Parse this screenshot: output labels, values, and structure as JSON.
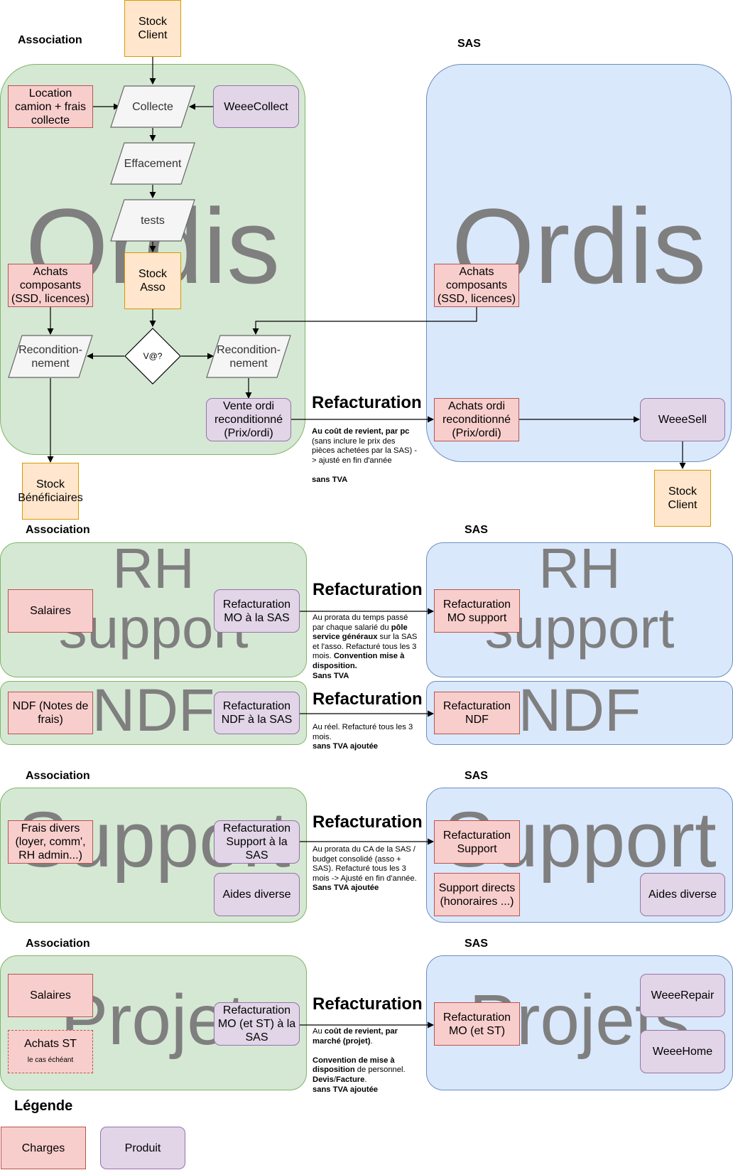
{
  "headers": {
    "association": "Association",
    "sas": "SAS",
    "legend_title": "Légende"
  },
  "watermarks": {
    "ordis": "Ordis",
    "rh_line1": "RH",
    "rh_line2": "support",
    "ndf": "NDF",
    "support": "Support",
    "projet": "Projet",
    "projets": "Projets"
  },
  "refacturation": "Refacturation",
  "ordis_section": {
    "stock_client_top": "Stock Client",
    "location_camion": "Location camion + frais collecte",
    "collecte": "Collecte",
    "weeecollect": "WeeeCollect",
    "effacement": "Effacement",
    "tests": "tests",
    "achats_asso": "Achats composants (SSD, licences)",
    "stock_asso": "Stock Asso",
    "decision": "V@?",
    "recond_left": "Recondition-nement",
    "recond_right": "Recondition-nement",
    "vente_ordi": "Vente ordi reconditionné (Prix/ordi)",
    "stock_beneficiaires": "Stock Bénéficiaires",
    "achats_sas": "Achats composants (SSD, licences)",
    "achats_ordi_sas": "Achats ordi reconditionné (Prix/ordi)",
    "weeesell": "WeeeSell",
    "stock_client_sas": "Stock Client",
    "note": {
      "p1_bold": "Au coût de revient, par pc",
      "p1_rest": "(sans inclure le prix des pièces achetées par la SAS) -> ajusté en fin d'année",
      "p2_bold": "sans TVA"
    }
  },
  "rh_section": {
    "salaires": "Salaires",
    "refac_mo_asso": "Refacturation MO à la SAS",
    "refac_mo_sas": "Refacturation MO support",
    "note": {
      "t1": "Au prorata du temps passé par chaque salarié du ",
      "b1": "pôle service généraux",
      "t2": " sur la SAS et l'asso. Refacturé tous les 3 mois. ",
      "b2": "Convention mise à disposition.",
      "b3": "Sans TVA"
    }
  },
  "ndf_section": {
    "ndf_asso": "NDF (Notes de frais)",
    "refac_ndf_asso": "Refacturation NDF à la SAS",
    "refac_ndf_sas": "Refacturation NDF",
    "note": {
      "t1": "Au réel. Refacturé tous les 3 mois.",
      "b1": "sans TVA ajoutée"
    }
  },
  "support_section": {
    "frais_divers": "Frais divers (loyer, comm', RH admin...)",
    "refac_support_asso": "Refacturation Support à la SAS",
    "aides_asso": "Aides diverse",
    "refac_support_sas": "Refacturation Support",
    "support_directs": "Support directs (honoraires ...)",
    "aides_sas": "Aides diverse",
    "note": {
      "t1": "Au prorata du CA de la SAS / budget consolidé (asso + SAS). Refacturé tous les 3 mois -> Ajusté en fin d'année.",
      "b1": "Sans TVA ajoutée"
    }
  },
  "projet_section": {
    "salaires": "Salaires",
    "achats_st": "Achats ST",
    "achats_st_sub": "le cas échéant",
    "refac_mo_st_asso": "Refacturation MO (et ST) à la SAS",
    "refac_mo_st_sas": "Refacturation MO (et ST)",
    "weeerepair": "WeeeRepair",
    "weeehome": "WeeeHome",
    "note": {
      "t1": "Au ",
      "b1": "coût de revient, par marché (projet)",
      "t2": ".",
      "b2": "Convention de mise à disposition",
      "t3": " de personnel.",
      "b3": "Devis",
      "t4": "/",
      "b4": "Facture",
      "t5": ".",
      "b5": "sans TVA ajoutée"
    }
  },
  "legend": {
    "charges": "Charges",
    "produit": "Produit"
  },
  "colors": {
    "green_fill": "#d5e8d4",
    "blue_fill": "#dae8fc",
    "charge_fill": "#f8cecc",
    "produit_fill": "#e1d5e7",
    "stock_fill": "#ffe6cc",
    "process_fill": "#f5f5f5"
  }
}
